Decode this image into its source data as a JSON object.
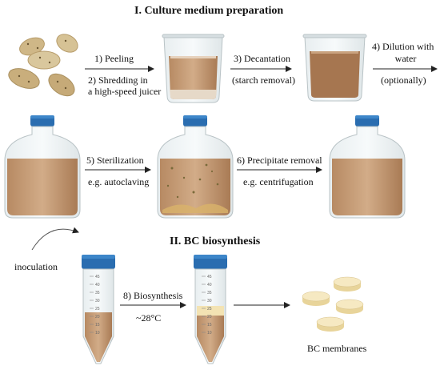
{
  "section1": {
    "title": "I. Culture medium preparation",
    "steps": {
      "s1": "1) Peeling",
      "s2a": "2) Shredding in",
      "s2b": "a high-speed juicer",
      "s3": "3) Decantation",
      "s3sub": "(starch removal)",
      "s4a": "4) Dilution with",
      "s4b": "water",
      "s4sub": "(optionally)",
      "s5": "5) Sterilization",
      "s5sub": "e.g. autoclaving",
      "s6": "6) Precipitate removal",
      "s6sub": "e.g. centrifugation"
    }
  },
  "section2": {
    "title": "II. BC biosynthesis",
    "inoculation": "inoculation",
    "s8": "8) Biosynthesis",
    "temp": "~28°C",
    "membranes": "BC membranes"
  },
  "tube_scale": [
    "45",
    "40",
    "35",
    "30",
    "25",
    "20",
    "15",
    "10"
  ],
  "colors": {
    "liquid": "#c9a27e",
    "liquid_dark": "#a67650",
    "cap": "#2a6db0",
    "cap_top": "#3d86c9",
    "potato": "#cfb787",
    "membrane": "#f3e3b3"
  }
}
